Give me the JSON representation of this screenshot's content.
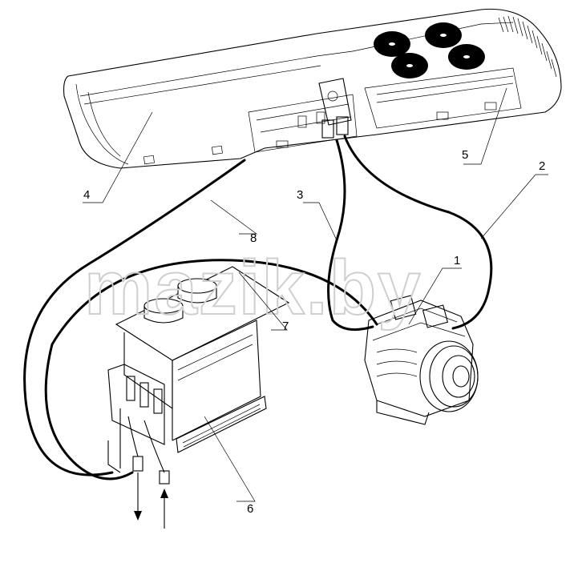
{
  "watermark": "mazik.by",
  "callouts": [
    "1",
    "2",
    "3",
    "4",
    "5",
    "6",
    "7",
    "8"
  ]
}
